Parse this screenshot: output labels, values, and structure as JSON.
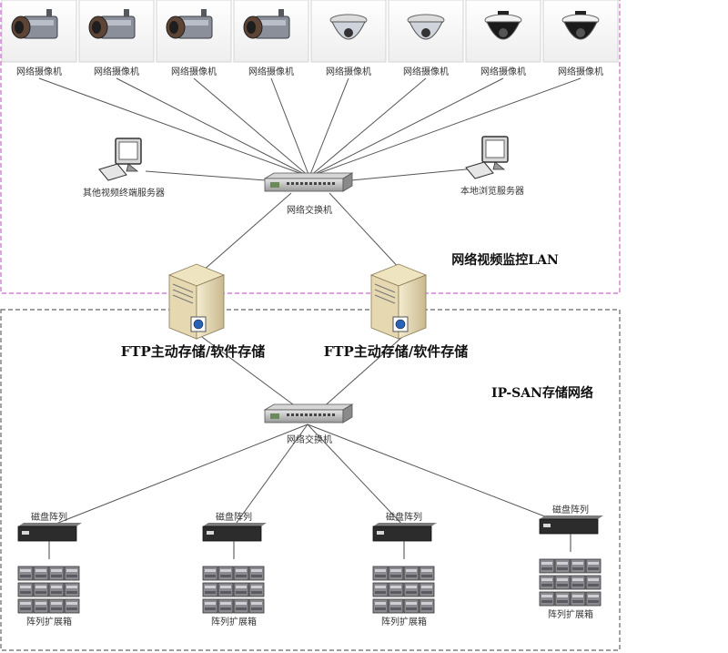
{
  "lan": {
    "title": "网络视频监控LAN",
    "border_color": "#cc66cc",
    "cameras": [
      {
        "label": "网络摄像机",
        "kind": "box"
      },
      {
        "label": "网络摄像机",
        "kind": "box"
      },
      {
        "label": "网络摄像机",
        "kind": "box"
      },
      {
        "label": "网络摄像机",
        "kind": "box"
      },
      {
        "label": "网络摄像机",
        "kind": "dome"
      },
      {
        "label": "网络摄像机",
        "kind": "dome"
      },
      {
        "label": "网络摄像机",
        "kind": "dome-dark"
      },
      {
        "label": "网络摄像机",
        "kind": "dome-dark"
      }
    ],
    "left_terminal": "其他视频终端服务器",
    "right_terminal": "本地浏览服务器",
    "switch_label": "网络交换机"
  },
  "servers": [
    {
      "label": "FTP主动存储/软件存储"
    },
    {
      "label": "FTP主动存储/软件存储"
    }
  ],
  "san": {
    "title": "IP-SAN存储网络",
    "border_color": "#666666",
    "switch_label": "网络交换机",
    "arrays": [
      {
        "top_label": "磁盘阵列",
        "bottom_label": "阵列扩展箱"
      },
      {
        "top_label": "磁盘阵列",
        "bottom_label": "阵列扩展箱"
      },
      {
        "top_label": "磁盘阵列",
        "bottom_label": "阵列扩展箱"
      },
      {
        "top_label": "磁盘阵列",
        "bottom_label": "阵列扩展箱"
      }
    ]
  },
  "icons": {
    "camera": "camera-icon",
    "dome": "dome-camera-icon",
    "computer": "computer-icon",
    "switch": "network-switch-icon",
    "server": "server-tower-icon",
    "disk_array": "disk-array-icon",
    "expansion": "expansion-shelf-icon"
  }
}
